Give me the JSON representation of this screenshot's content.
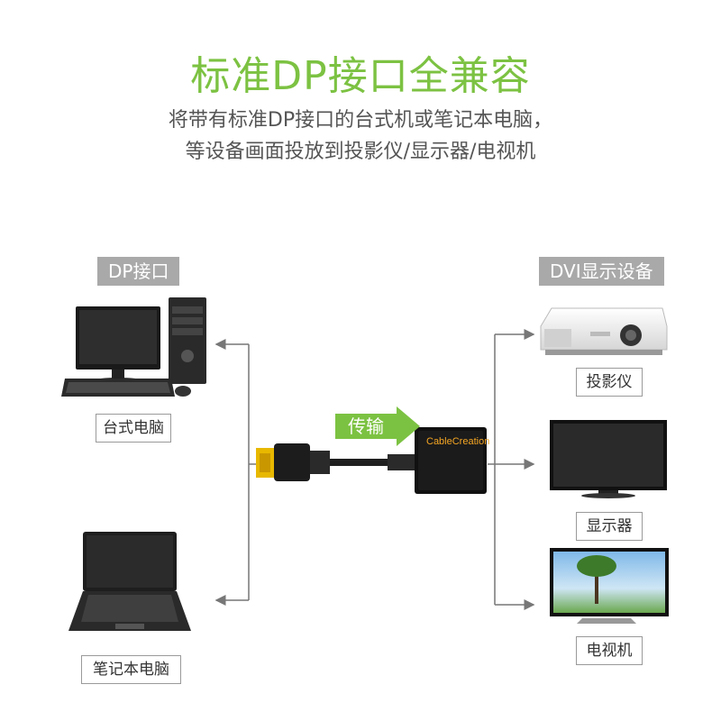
{
  "header": {
    "title": "标准DP接口全兼容",
    "subtitle_line1": "将带有标准DP接口的台式机或笔记本电脑，",
    "subtitle_line2": "等设备画面投放到投影仪/显示器/电视机"
  },
  "source_side": {
    "heading": "DP接口",
    "devices": [
      {
        "label": "台式电脑",
        "icon": "desktop-computer-icon"
      },
      {
        "label": "笔记本电脑",
        "icon": "laptop-icon"
      }
    ]
  },
  "adapter": {
    "arrow_label": "传输",
    "brand": "CableCreation"
  },
  "target_side": {
    "heading": "DVI显示设备",
    "devices": [
      {
        "label": "投影仪",
        "icon": "projector-icon"
      },
      {
        "label": "显示器",
        "icon": "monitor-icon"
      },
      {
        "label": "电视机",
        "icon": "tv-icon"
      }
    ]
  },
  "colors": {
    "accent": "#7cc242",
    "heading_bg": "#a9a9a9",
    "connector_gold": "#e8b800",
    "brand_text": "#f5a623"
  }
}
